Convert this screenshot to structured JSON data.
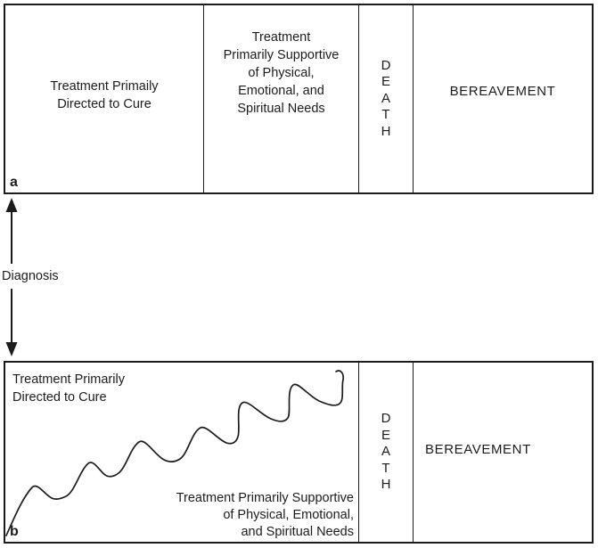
{
  "panel_a": {
    "label": "a",
    "cure_lines": [
      "Treatment Primaily",
      "Directed to Cure"
    ],
    "supportive_lines": [
      "Treatment",
      "Primarily Supportive",
      "of Physical,",
      "Emotional, and",
      "Spiritual Needs"
    ],
    "death_letters": [
      "D",
      "E",
      "A",
      "T",
      "H"
    ],
    "bereavement": "BEREAVEMENT"
  },
  "diagnosis": {
    "label": "Diagnosis"
  },
  "panel_b": {
    "label": "b",
    "cure_lines": [
      "Treatment Primarily",
      "Directed to Cure"
    ],
    "supportive_lines": [
      "Treatment Primarily Supportive",
      "of Physical, Emotional,",
      "and Spiritual Needs"
    ],
    "death_letters": [
      "D",
      "E",
      "A",
      "T",
      "H"
    ],
    "bereavement": "BEREAVEMENT"
  },
  "colors": {
    "line": "#1c1c1c",
    "background": "#ffffff",
    "text": "#1c1c1c"
  }
}
